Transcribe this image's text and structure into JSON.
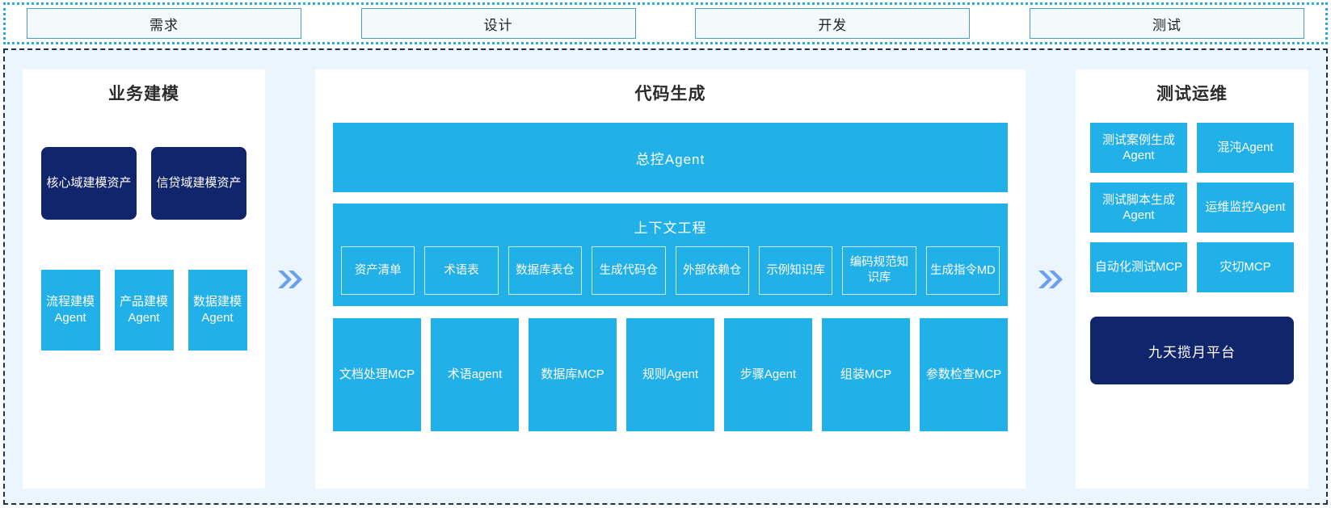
{
  "stages": [
    {
      "label": "需求"
    },
    {
      "label": "设计"
    },
    {
      "label": "开发"
    },
    {
      "label": "测试"
    }
  ],
  "arrows": {
    "icon_name": "double-chevron-right-icon",
    "glyph": "»",
    "color": "#6d9ff0"
  },
  "colors": {
    "accent_blue": "#22b0e8",
    "navy": "#10256b",
    "panel_bg": "#ffffff",
    "canvas_bg": "#eaf5fd",
    "stage_border": "#4a9ec4",
    "stage_fill": "#f4f9fb",
    "dashed_border": "#1f3350",
    "dotted_border": "#29a9e0"
  },
  "left_panel": {
    "title": "业务建模",
    "assets": [
      {
        "label": "核心域建模资产"
      },
      {
        "label": "信贷域建模资产"
      }
    ],
    "agents": [
      {
        "label": "流程建模Agent"
      },
      {
        "label": "产品建模Agent"
      },
      {
        "label": "数据建模Agent"
      }
    ]
  },
  "center_panel": {
    "title": "代码生成",
    "controller": {
      "label": "总控Agent"
    },
    "context": {
      "title": "上下文工程",
      "items": [
        {
          "label": "资产清单"
        },
        {
          "label": "术语表"
        },
        {
          "label": "数据库表仓"
        },
        {
          "label": "生成代码仓"
        },
        {
          "label": "外部依赖仓"
        },
        {
          "label": "示例知识库"
        },
        {
          "label": "编码规范知识库"
        },
        {
          "label": "生成指令MD"
        }
      ]
    },
    "tools": [
      {
        "label": "文档处理MCP"
      },
      {
        "label": "术语agent"
      },
      {
        "label": "数据库MCP"
      },
      {
        "label": "规则Agent"
      },
      {
        "label": "步骤Agent"
      },
      {
        "label": "组装MCP"
      },
      {
        "label": "参数检查MCP"
      }
    ]
  },
  "right_panel": {
    "title": "测试运维",
    "items": [
      {
        "label": "测试案例生成Agent"
      },
      {
        "label": "混沌Agent"
      },
      {
        "label": "测试脚本生成Agent"
      },
      {
        "label": "运维监控Agent"
      },
      {
        "label": "自动化测试MCP"
      },
      {
        "label": "灾切MCP"
      }
    ],
    "platform": {
      "label": "九天揽月平台"
    }
  }
}
